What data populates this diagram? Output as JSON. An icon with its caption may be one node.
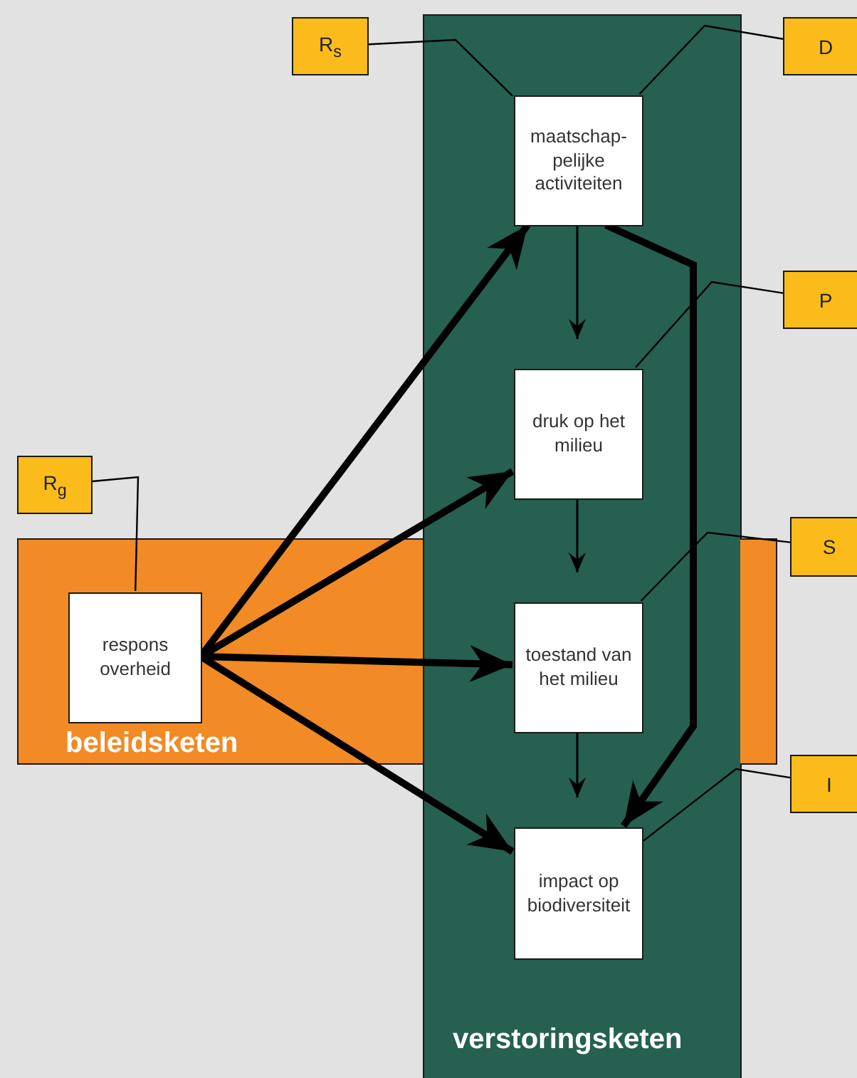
{
  "diagram": {
    "nodes": [
      {
        "text": [
          "beleidsketen"
        ]
      },
      {
        "text": [
          "verstoringsketen"
        ]
      },
      {
        "text": [
          "respons overheid"
        ],
        "in": 0
      },
      {
        "text": [
          "maatschap- pelijke activiteiten"
        ],
        "in": 1
      },
      {
        "text": [
          "druk op het milieu"
        ],
        "in": 1
      },
      {
        "text": [
          "toestand van het milieu"
        ],
        "in": 1
      },
      {
        "text": [
          "impact op biodiversiteit"
        ],
        "in": 1
      },
      {
        "text": [
          "R$_{s}$"
        ]
      },
      {
        "text": [
          "D"
        ]
      },
      {
        "text": [
          "P"
        ]
      },
      {
        "text": [
          "R$_{g}$"
        ]
      },
      {
        "text": [
          "S"
        ]
      },
      {
        "text": [
          "I"
        ]
      },
      {
        "text": [],
        "shape": "bar"
      }
    ],
    "edges": [
      {
        "from": 3,
        "to": 4,
        "arrow": "to"
      },
      {
        "from": 4,
        "to": 5,
        "arrow": "to"
      },
      {
        "from": 5,
        "to": 6,
        "arrow": "to"
      },
      {
        "from": 3,
        "to": 6,
        "arrow": "to",
        "style": "thick"
      },
      {
        "from": 2,
        "to": 3,
        "arrow": "to",
        "style": "thick"
      },
      {
        "from": 2,
        "to": 4,
        "arrow": "to",
        "style": "thick"
      },
      {
        "from": 2,
        "to": 5,
        "arrow": "to",
        "style": "thick"
      },
      {
        "from": 2,
        "to": 6,
        "arrow": "to",
        "style": "thick"
      },
      {
        "from": 7,
        "to": 3,
        "arrow": "none"
      },
      {
        "from": 8,
        "to": 3,
        "arrow": "none"
      },
      {
        "from": 9,
        "to": 4,
        "arrow": "none"
      },
      {
        "from": 10,
        "to": 2,
        "arrow": "none"
      },
      {
        "from": 11,
        "to": 5,
        "arrow": "none"
      },
      {
        "from": 12,
        "to": 6,
        "arrow": "none"
      }
    ]
  }
}
